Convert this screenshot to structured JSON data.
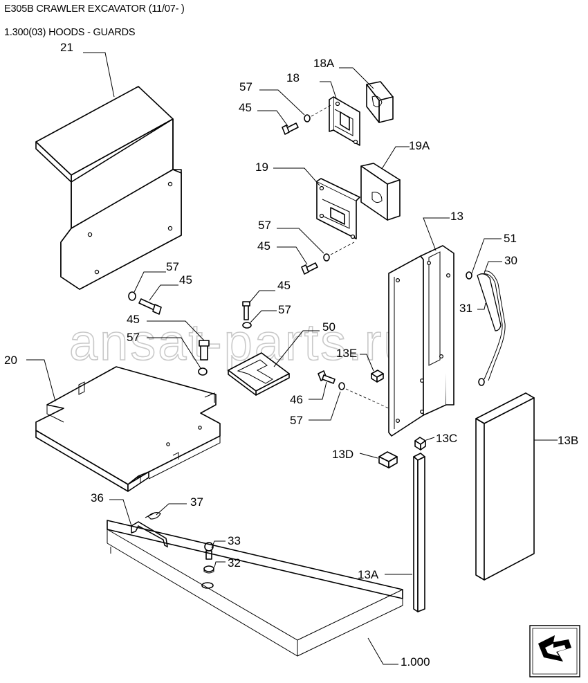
{
  "header": {
    "model": "E305B CRAWLER EXCAVATOR (11/07- )",
    "section": "1.300(03) HOODS - GUARDS"
  },
  "watermark": "ansat-parts.ru",
  "callouts": {
    "c21": "21",
    "c18A": "18A",
    "c18": "18",
    "c57a": "57",
    "c45a": "45",
    "c19A": "19A",
    "c19": "19",
    "c57b": "57",
    "c45b": "45",
    "c13": "13",
    "c51": "51",
    "c30": "30",
    "c31": "31",
    "c57c": "57",
    "c45c": "45",
    "c45d": "45",
    "c57d": "57",
    "c45e": "45",
    "c57e": "57",
    "c50": "50",
    "c13E": "13E",
    "c20": "20",
    "c46": "46",
    "c57f": "57",
    "c13C": "13C",
    "c13D": "13D",
    "c13B": "13B",
    "c36": "36",
    "c37": "37",
    "c33": "33",
    "c32": "32",
    "c13A": "13A",
    "c1000": "1.000"
  },
  "nav_icon": "next-page-arrow-icon"
}
